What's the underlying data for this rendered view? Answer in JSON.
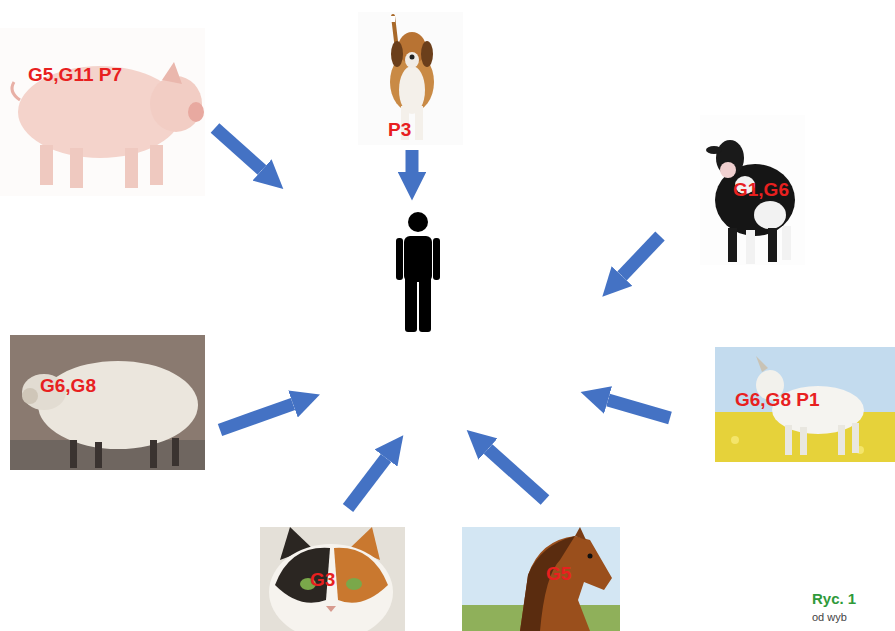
{
  "diagram": {
    "nodes": [
      {
        "text": [
          "P3"
        ]
      },
      {
        "text": [
          "G5,G11 P7"
        ]
      },
      {
        "text": [
          "G1,G6"
        ]
      },
      {
        "text": [
          "G6,G8"
        ]
      },
      {
        "text": [
          "G6,G8 P1"
        ]
      },
      {
        "text": [
          "G3"
        ]
      },
      {
        "text": [
          "G5"
        ]
      }
    ],
    "labels": [
      "Ryc. 1",
      "od wyb"
    ]
  }
}
